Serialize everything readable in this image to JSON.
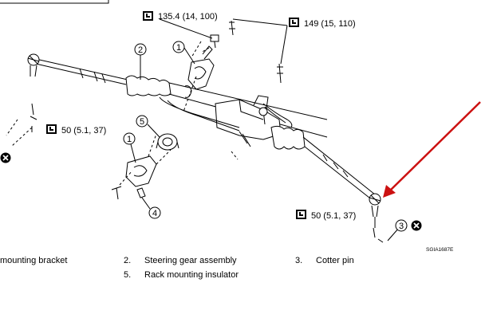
{
  "callouts": {
    "torque_top": "135.4 (14, 100)",
    "torque_right": "149 (15, 110)",
    "torque_left": "50 (5.1, 37)",
    "torque_bottom_right": "50 (5.1, 37)",
    "ref_code": "SGIA1687E"
  },
  "part_numbers": [
    "1",
    "2",
    "3",
    "4",
    "5"
  ],
  "legend": {
    "item1_text": "mounting bracket",
    "item2_num": "2.",
    "item2_text": "Steering gear assembly",
    "item3_num": "3.",
    "item3_text": "Cotter pin",
    "item5_num": "5.",
    "item5_text": "Rack mounting insulator"
  },
  "colors": {
    "arrow": "#cc1111",
    "line": "#000000"
  },
  "icons": [
    "torque-wrench-icon",
    "do-not-reuse-icon",
    "red-arrow"
  ]
}
